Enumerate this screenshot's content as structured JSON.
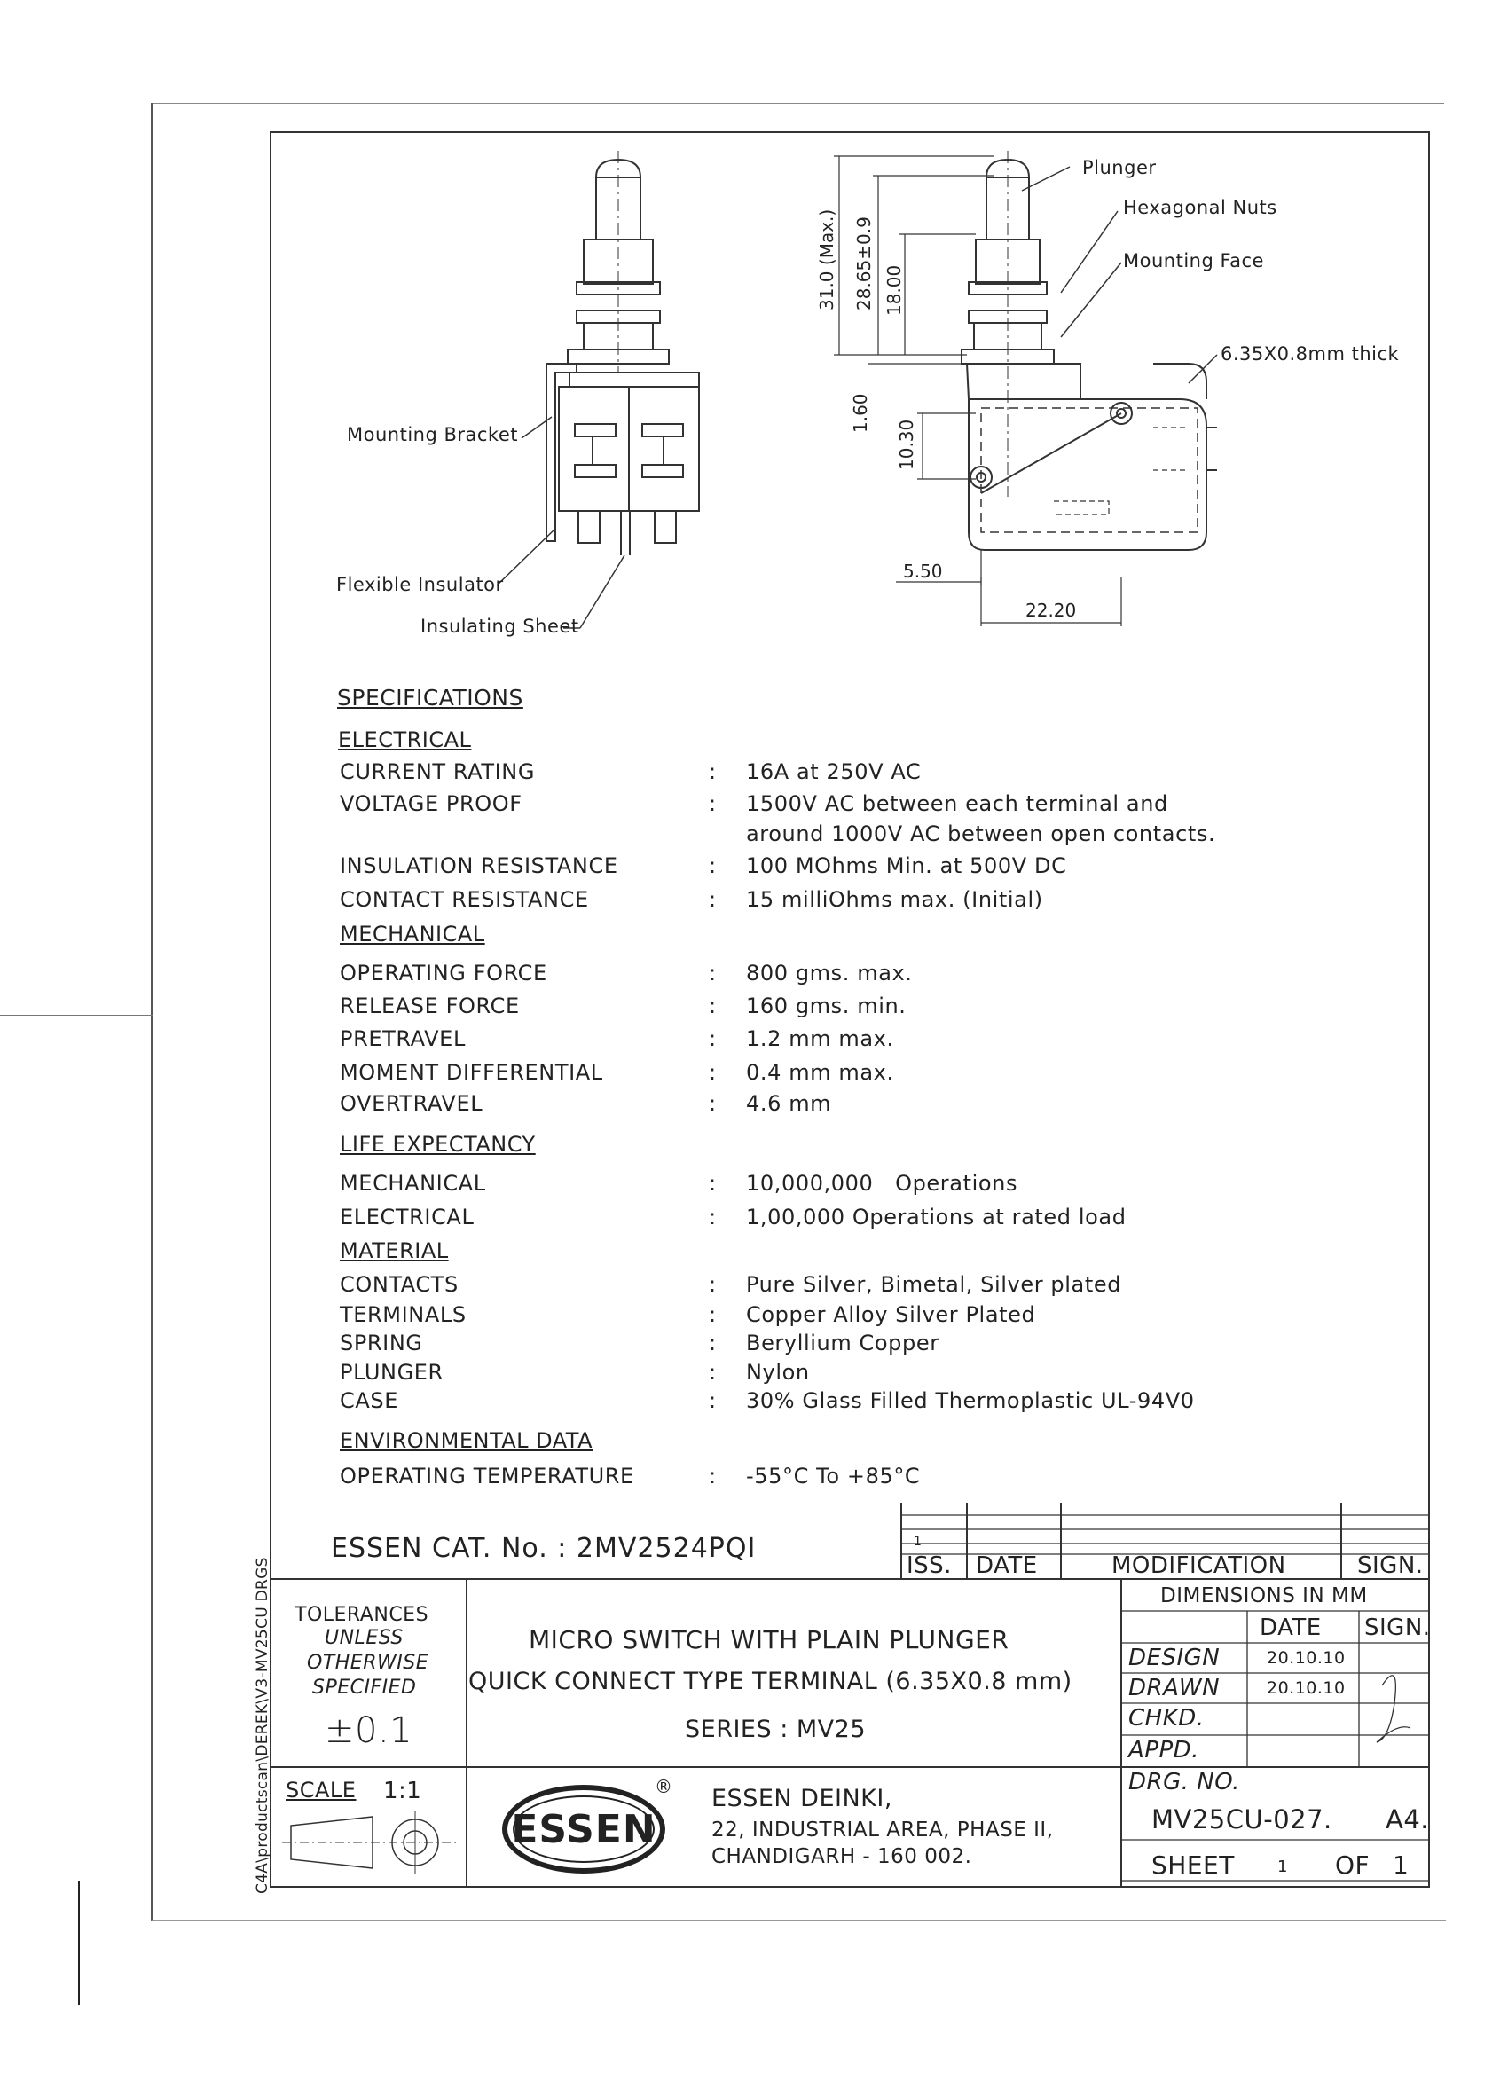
{
  "drawing": {
    "left_labels": {
      "mounting_bracket": "Mounting Bracket",
      "flexible_insulator": "Flexible Insulator",
      "insulating_sheet": "Insulating Sheet"
    },
    "right_labels": {
      "plunger": "Plunger",
      "hexagonal_nuts": "Hexagonal Nuts",
      "mounting_face": "Mounting Face",
      "terminal_size": "6.35X0.8mm thick"
    },
    "dimensions": {
      "d31": "31.0 (Max.)",
      "d2865": "28.65±0.9",
      "d18": "18.00",
      "d160": "1.60",
      "d1030": "10.30",
      "d550": "5.50",
      "d2220": "22.20"
    }
  },
  "specifications": {
    "title": "SPECIFICATIONS",
    "separator": ":",
    "electrical": {
      "heading": "ELECTRICAL",
      "rows": [
        {
          "key": "CURRENT RATING",
          "value": "16A at 250V AC"
        },
        {
          "key": "VOLTAGE PROOF",
          "value": "1500V AC between each terminal and",
          "value2": "around 1000V AC between open contacts."
        },
        {
          "key": "INSULATION RESISTANCE",
          "value": "100 MOhms Min. at 500V DC"
        },
        {
          "key": "CONTACT RESISTANCE",
          "value": "15 milliOhms max. (Initial)"
        }
      ]
    },
    "mechanical": {
      "heading": "MECHANICAL",
      "rows": [
        {
          "key": "OPERATING FORCE",
          "value": "800 gms. max."
        },
        {
          "key": "RELEASE FORCE",
          "value": "160 gms. min."
        },
        {
          "key": "PRETRAVEL",
          "value": "1.2 mm max."
        },
        {
          "key": "MOMENT DIFFERENTIAL",
          "value": "0.4 mm max."
        },
        {
          "key": "OVERTRAVEL",
          "value": "4.6 mm"
        }
      ]
    },
    "life": {
      "heading": "LIFE EXPECTANCY",
      "rows": [
        {
          "key": "MECHANICAL",
          "value": "10,000,000   Operations"
        },
        {
          "key": "ELECTRICAL",
          "value": "1,00,000 Operations at rated load"
        }
      ]
    },
    "material": {
      "heading": "MATERIAL",
      "rows": [
        {
          "key": "CONTACTS",
          "value": "Pure Silver, Bimetal, Silver plated"
        },
        {
          "key": "TERMINALS",
          "value": "Copper Alloy Silver Plated"
        },
        {
          "key": "SPRING",
          "value": "Beryllium Copper"
        },
        {
          "key": "PLUNGER",
          "value": "Nylon"
        },
        {
          "key": "CASE",
          "value": "30% Glass Filled Thermoplastic UL-94V0"
        }
      ]
    },
    "environmental": {
      "heading": "ENVIRONMENTAL DATA",
      "rows": [
        {
          "key": "OPERATING TEMPERATURE",
          "value": "-55°C To +85°C"
        }
      ]
    }
  },
  "catalog": "ESSEN CAT. No. : 2MV2524PQI",
  "revision": {
    "iss_value": "1",
    "headers": {
      "iss": "ISS.",
      "date": "DATE",
      "modification": "MODIFICATION",
      "sign": "SIGN."
    }
  },
  "title_block": {
    "tolerances": [
      "TOLERANCES",
      "UNLESS",
      "OTHERWISE",
      "SPECIFIED"
    ],
    "tolerance_value": "±0.1",
    "title_line1": "MICRO SWITCH WITH PLAIN PLUNGER",
    "title_line2": "QUICK CONNECT TYPE TERMINAL (6.35X0.8 mm)",
    "title_line3": "SERIES : MV25",
    "dimensions_in": "DIMENSIONS IN MM",
    "date_header": "DATE",
    "sign_header": "SIGN.",
    "design_label": "DESIGN",
    "design_date": "20.10.10",
    "drawn_label": "DRAWN",
    "drawn_date": "20.10.10",
    "chkd_label": "CHKD.",
    "appd_label": "APPD.",
    "scale_label": "SCALE",
    "scale_value": "1:1",
    "logo_text": "ESSEN",
    "registered": "®",
    "company_name": "ESSEN DEINKI,",
    "address1": "22, INDUSTRIAL AREA, PHASE II,",
    "address2": "CHANDIGARH - 160 002.",
    "drg_no_label": "DRG. NO.",
    "drg_no": "MV25CU-027.",
    "paper_size": "A4.",
    "sheet_label": "SHEET",
    "sheet_num": "1",
    "of_label": "OF",
    "sheet_total": "1"
  },
  "file_path": "C4A\\productscan\\DEREK\\V3-MV25CU DRGS"
}
